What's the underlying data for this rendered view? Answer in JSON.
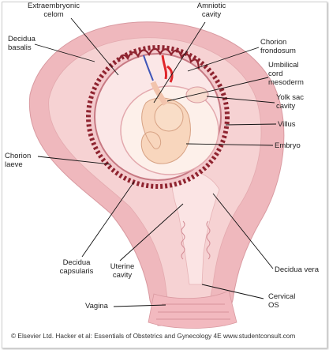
{
  "labels": {
    "extraembryonic_celom": "Extraembryonic\ncelom",
    "amniotic_cavity": "Amniotic\ncavity",
    "decidua_basalis": "Decidua\nbasalis",
    "chorion_frondosum": "Chorion\nfrondosum",
    "umbilical_cord_mesoderm": "Umbilical\ncord\nmesoderm",
    "yolk_sac_cavity": "Yolk sac\ncavity",
    "villus": "Villus",
    "embryo": "Embryo",
    "chorion_laeve": "Chorion\nlaeve",
    "decidua_capsularis": "Decidua\ncapsularis",
    "uterine_cavity": "Uterine\ncavity",
    "decidua_vera": "Decidua vera",
    "vagina": "Vagina",
    "cervical_os": "Cervical\nOS"
  },
  "credit": "© Elsevier Ltd. Hacker et al: Essentials of Obstetrics and Gynecology 4E www.studentconsult.com",
  "colors": {
    "uterine_wall": "#efb8bd",
    "decidua": "#f6d2d3",
    "villus": "#8f2430",
    "embryo": "#f8d6bd",
    "artery": "#e0262a",
    "vein": "#3f56b8",
    "leader_line": "#111111"
  }
}
